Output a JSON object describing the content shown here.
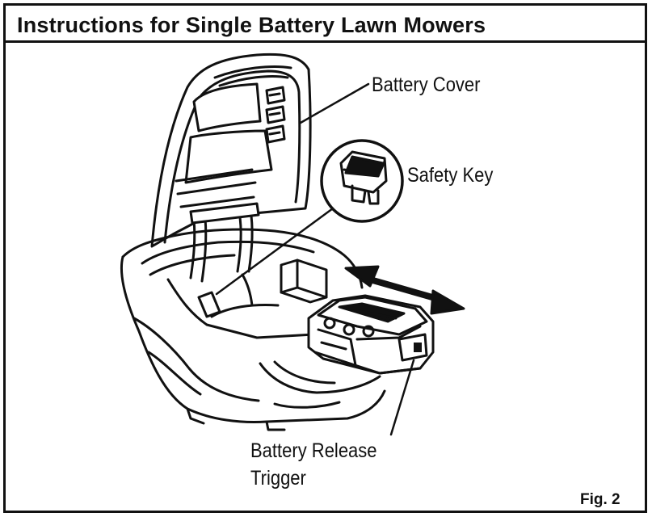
{
  "title": "Instructions for Single Battery Lawn Mowers",
  "labels": {
    "battery_cover": "Battery Cover",
    "safety_key": "Safety Key",
    "battery_release_line1": "Battery Release",
    "battery_release_line2": "Trigger"
  },
  "figure_number": "Fig. 2",
  "colors": {
    "ink": "#111111",
    "paper": "#ffffff"
  }
}
